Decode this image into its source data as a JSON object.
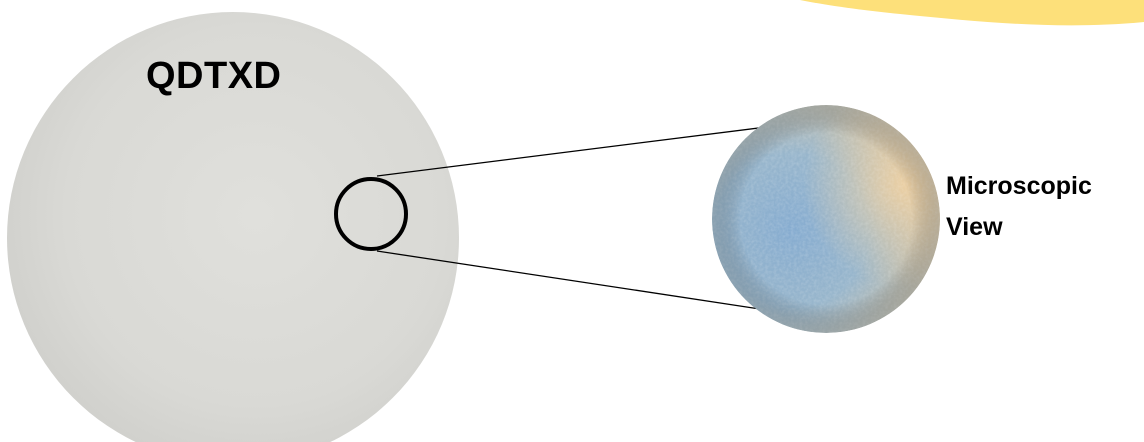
{
  "sample": {
    "label": "QDTXD",
    "disk_color": "#dcdcd8"
  },
  "microscope": {
    "label_line1": "Microscopic",
    "label_line2": "View",
    "tint_blue": "#8fb2cf",
    "tint_warm": "#e2c29a"
  },
  "accent": {
    "color": "#fde07a"
  }
}
